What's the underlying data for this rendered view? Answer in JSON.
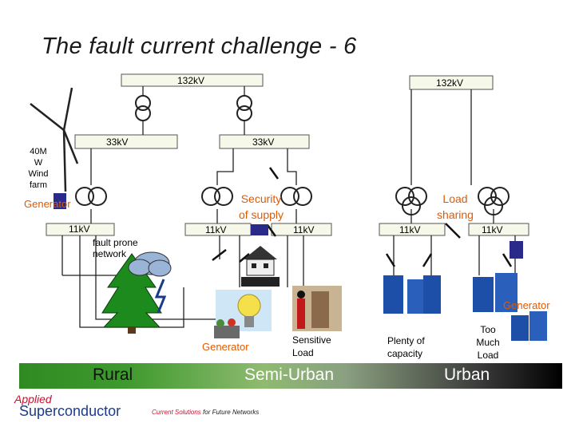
{
  "title": "The fault current challenge - 6",
  "buses": {
    "hv_left": "132kV",
    "hv_right": "132kV",
    "mv_left": "33kV",
    "mv_right": "33kV",
    "lv_rural": "11kV",
    "lv_semi_a": "11kV",
    "lv_semi_b": "11kV",
    "lv_urban_a": "11kV",
    "lv_urban_b": "11kV"
  },
  "labels": {
    "wind_farm": "40M\nW\nWind\nfarm",
    "generator_rural": "Generator",
    "fault_prone": "fault prone\nnetwork",
    "security": "Security\nof supply",
    "load_sharing": "Load\nsharing",
    "generator_urban": "Generator",
    "generator_semi": "Generator",
    "sensitive_load": "Sensitive\nLoad",
    "plenty_capacity": "Plenty of\ncapacity",
    "too_much_load": "Too\nMuch\nLoad"
  },
  "band": {
    "rural": "Rural",
    "semi_urban": "Semi-Urban",
    "urban": "Urban"
  },
  "footer": {
    "logo_line1": "Applied",
    "logo_line2": "Superconductor",
    "tagline_a": "Current Solutions",
    "tagline_b": " for Future Networks"
  },
  "colors": {
    "bus_fill": "#f6f8e9",
    "fcl_block": "#2a2a8a",
    "orange_text": "#e05a00",
    "logo_red": "#c8102e",
    "logo_blue": "#1a3b8c"
  }
}
